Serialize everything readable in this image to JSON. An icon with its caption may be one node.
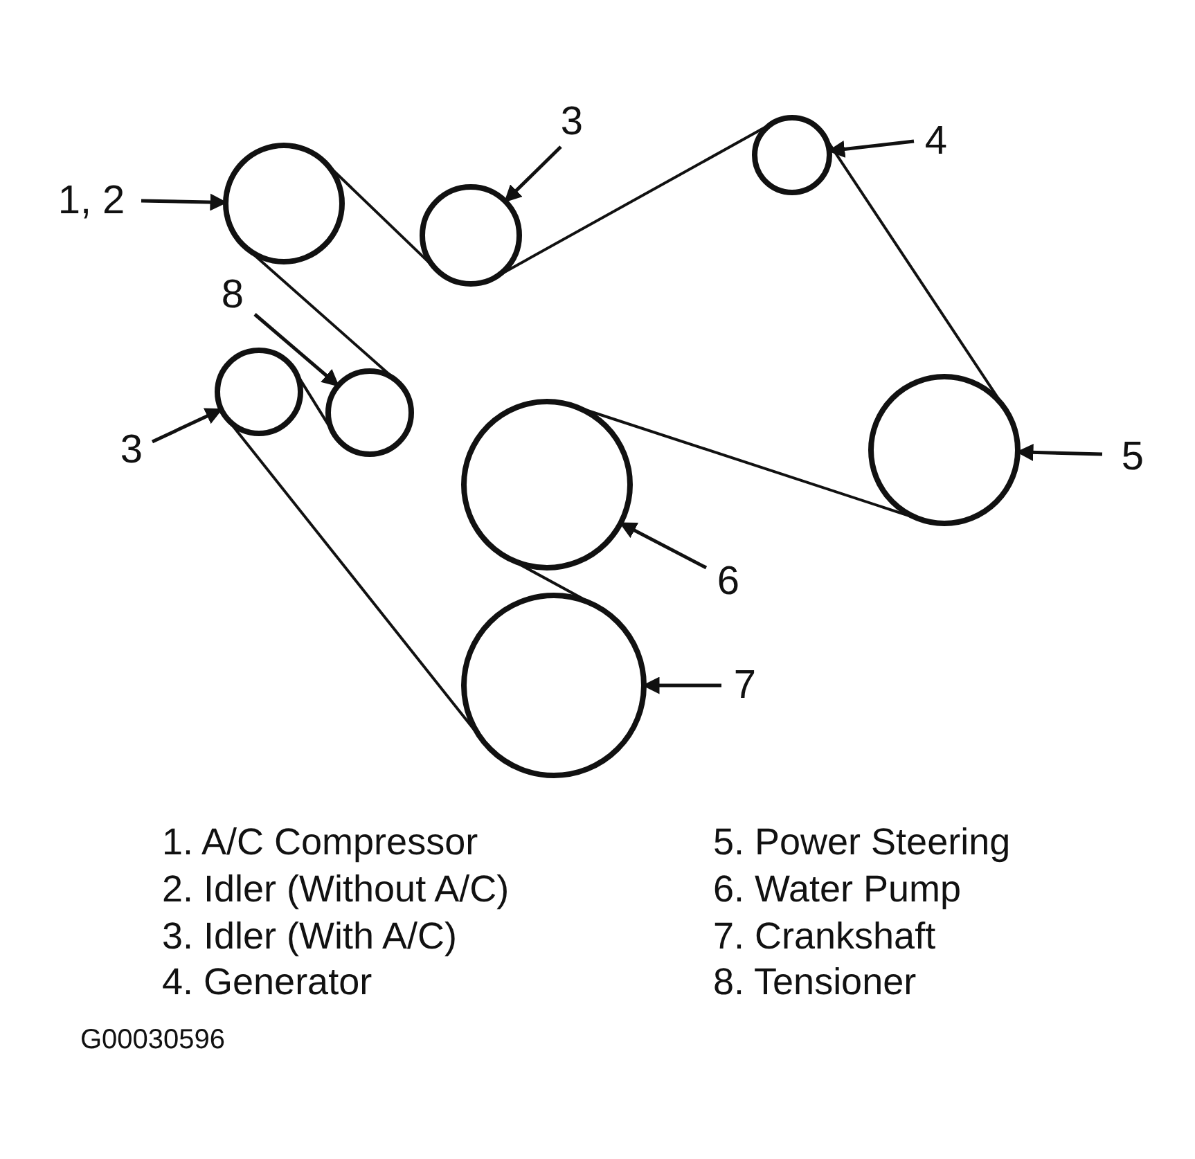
{
  "diagram": {
    "nodes": [
      {
        "text": [
          "1, 2"
        ]
      },
      {
        "text": [],
        "shape": "circle"
      },
      {
        "text": [
          "3"
        ]
      },
      {
        "text": [],
        "shape": "circle"
      },
      {
        "text": [
          "4"
        ]
      },
      {
        "text": [],
        "shape": "circle"
      },
      {
        "text": [
          "8"
        ]
      },
      {
        "text": [],
        "shape": "circle"
      },
      {
        "text": [
          "3"
        ]
      },
      {
        "text": [],
        "shape": "circle"
      },
      {
        "text": [],
        "shape": "circle"
      },
      {
        "text": [
          "5"
        ]
      },
      {
        "text": [],
        "shape": "circle"
      },
      {
        "text": [
          "6"
        ]
      },
      {
        "text": [],
        "shape": "circle"
      },
      {
        "text": [
          "7"
        ]
      }
    ],
    "edges": [
      {
        "from": 0,
        "to": 1,
        "arrow": "to"
      },
      {
        "from": 2,
        "to": 3,
        "arrow": "to"
      },
      {
        "from": 4,
        "to": 5,
        "arrow": "to"
      },
      {
        "from": 6,
        "to": 7,
        "arrow": "to"
      },
      {
        "from": 8,
        "to": 9,
        "arrow": "to"
      },
      {
        "from": 11,
        "to": 10,
        "arrow": "to"
      },
      {
        "from": 13,
        "to": 12,
        "arrow": "to"
      },
      {
        "from": 15,
        "to": 14,
        "arrow": "to"
      },
      {
        "from": 1,
        "to": 3,
        "arrow": "none"
      },
      {
        "from": 3,
        "to": 5,
        "arrow": "none"
      },
      {
        "from": 5,
        "to": 10,
        "arrow": "none"
      },
      {
        "from": 10,
        "to": 12,
        "arrow": "none"
      },
      {
        "from": 12,
        "to": 14,
        "arrow": "none"
      },
      {
        "from": 14,
        "to": 9,
        "arrow": "none"
      },
      {
        "from": 9,
        "to": 7,
        "arrow": "none"
      },
      {
        "from": 7,
        "to": 1,
        "arrow": "none"
      }
    ],
    "labels": [
      "1. A/C Compressor",
      "5. Power Steering",
      "2. Idler (Without A/C)",
      "6. Water Pump",
      "3. Idler (With A/C)",
      "7. Crankshaft",
      "4. Generator",
      "8. Tensioner",
      "G00030596"
    ]
  }
}
